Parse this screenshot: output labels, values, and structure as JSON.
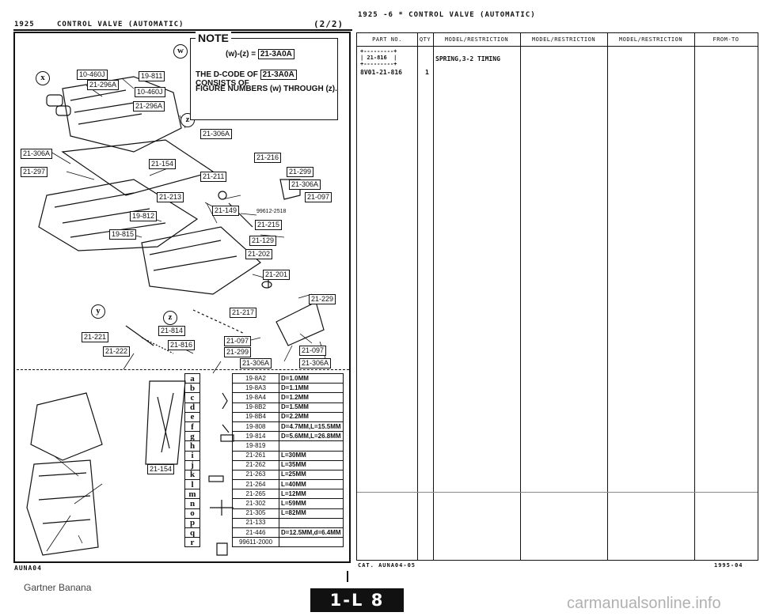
{
  "left_page": {
    "header_left": "1925",
    "header_title": "CONTROL VALVE (AUTOMATIC)",
    "header_page": "(2/2)",
    "footer_code": "AUNA04",
    "diagram_labels": [
      "10-460J",
      "21-296A",
      "19-811",
      "10-460J",
      "21-296A",
      "21-306A",
      "21-306A",
      "21-297",
      "21-154",
      "21-216",
      "21-211",
      "21-299",
      "21-306A",
      "21-213",
      "21-149",
      "21-097",
      "21-215",
      "19-812",
      "19-815",
      "21-129",
      "21-202",
      "21-201",
      "21-229",
      "21-217",
      "21-814",
      "21-221",
      "21-222",
      "21-816",
      "21-097",
      "21-299",
      "21-097",
      "21-306A",
      "21-306A",
      "21-154"
    ],
    "part_number_text": "99612-2518",
    "circled_refs": [
      "w",
      "x",
      "y",
      "z"
    ],
    "note": {
      "title": "NOTE",
      "line1_a": "w",
      "line1_b": "z",
      "line1_code": "21-3A0A",
      "line2_a": "THE D-CODE OF",
      "line2_code": "21-3A0A",
      "line2_b": "CONSISTS OF",
      "line3_a": "FIGURE NUMBERS",
      "line3_ref": "w",
      "line3_b": "THROUGH",
      "line3_ref2": "z",
      "line3_end": "."
    },
    "spec_table": [
      {
        "key": "a",
        "part": "19-8A2",
        "size": "D=1.0MM"
      },
      {
        "key": "b",
        "part": "19-8A3",
        "size": "D=1.1MM"
      },
      {
        "key": "c",
        "part": "19-8A4",
        "size": "D=1.2MM"
      },
      {
        "key": "d",
        "part": "19-8B2",
        "size": "D=1.5MM"
      },
      {
        "key": "e",
        "part": "19-8B4",
        "size": "D=2.2MM"
      },
      {
        "key": "f",
        "part": "19-808",
        "size": "D=4.7MM,L=15.5MM"
      },
      {
        "key": "g",
        "part": "19-814",
        "size": "D=5.6MM,L=26.8MM"
      },
      {
        "key": "h",
        "part": "19-819",
        "size": ""
      },
      {
        "key": "i",
        "part": "21-261",
        "size": "L=30MM"
      },
      {
        "key": "j",
        "part": "21-262",
        "size": "L=35MM"
      },
      {
        "key": "k",
        "part": "21-263",
        "size": "L=25MM"
      },
      {
        "key": "l",
        "part": "21-264",
        "size": "L=40MM"
      },
      {
        "key": "m",
        "part": "21-265",
        "size": "L=12MM"
      },
      {
        "key": "n",
        "part": "21-302",
        "size": "L=59MM"
      },
      {
        "key": "o",
        "part": "21-305",
        "size": "L=82MM"
      },
      {
        "key": "p",
        "part": "21-133",
        "size": ""
      },
      {
        "key": "q",
        "part": "21-446",
        "size": "D=12.5MM,d=6.4MM"
      },
      {
        "key": "r",
        "part": "99611-2000",
        "size": ""
      }
    ],
    "inset_label": "21-154"
  },
  "right_page": {
    "header": "1925 -6 * CONTROL VALVE (AUTOMATIC)",
    "columns": [
      "PART NO.",
      "QTY",
      "MODEL/RESTRICTION",
      "MODEL/RESTRICTION",
      "MODEL/RESTRICTION",
      "FROM-TO"
    ],
    "rows": [
      {
        "part_box": "+---------+\n| 21-816  |\n+---------+",
        "part_no": "8V01-21-816",
        "qty": "1",
        "desc": "SPRING,3-2 TIMING"
      }
    ],
    "footer_left": "CAT. AUNA04-05",
    "footer_right": "1995-04"
  },
  "footer": {
    "watermark_left": "Gartner Banana",
    "page_badge": "1-L 8",
    "watermark_right": "carmanualsonline.info"
  }
}
